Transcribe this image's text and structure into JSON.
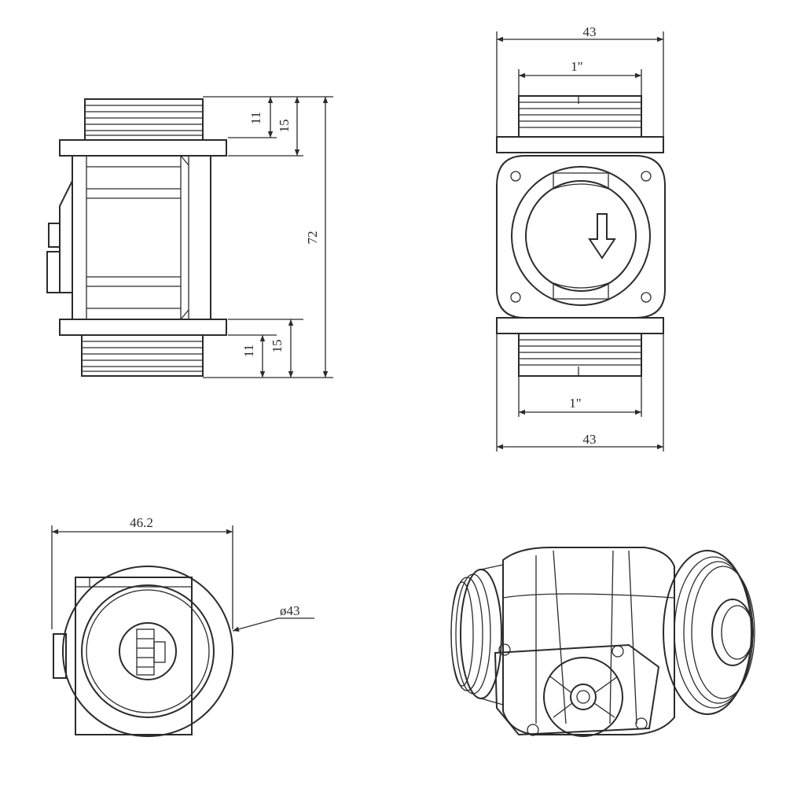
{
  "drawing": {
    "line_color": "#2b2b2b",
    "background": "#ffffff",
    "views": [
      {
        "name": "side-view",
        "dimensions": {
          "thread_short": "11",
          "thread_long": "15",
          "overall_height": "72",
          "thread_short_bottom": "11",
          "thread_long_bottom": "15"
        }
      },
      {
        "name": "front-view",
        "dimensions": {
          "top_width": "43",
          "top_thread": "1\"",
          "bottom_thread": "1\"",
          "bottom_width": "43"
        }
      },
      {
        "name": "end-view",
        "dimensions": {
          "overall_width": "46.2",
          "diameter": "ø43"
        }
      },
      {
        "name": "isometric-view",
        "dimensions": {}
      }
    ]
  }
}
